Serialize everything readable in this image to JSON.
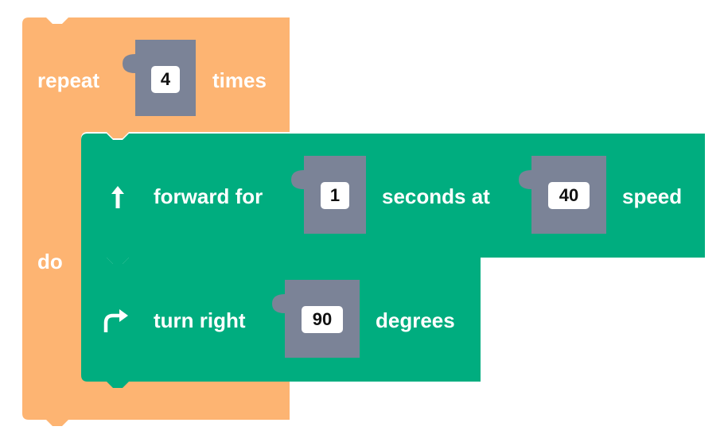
{
  "colors": {
    "control_block": "#FDB472",
    "motion_block": "#00AD7F",
    "input_slot": "#7B8397",
    "value_box": "#FFFFFF",
    "text": "#FFFFFF"
  },
  "repeat_block": {
    "prefix": "repeat",
    "count": "4",
    "suffix": "times",
    "do_label": "do"
  },
  "forward_block": {
    "icon": "arrow-up-icon",
    "prefix": "forward for",
    "seconds": "1",
    "middle": "seconds at",
    "speed": "40",
    "suffix": "speed"
  },
  "turn_block": {
    "icon": "turn-right-arrow-icon",
    "prefix": "turn right",
    "degrees": "90",
    "suffix": "degrees"
  }
}
